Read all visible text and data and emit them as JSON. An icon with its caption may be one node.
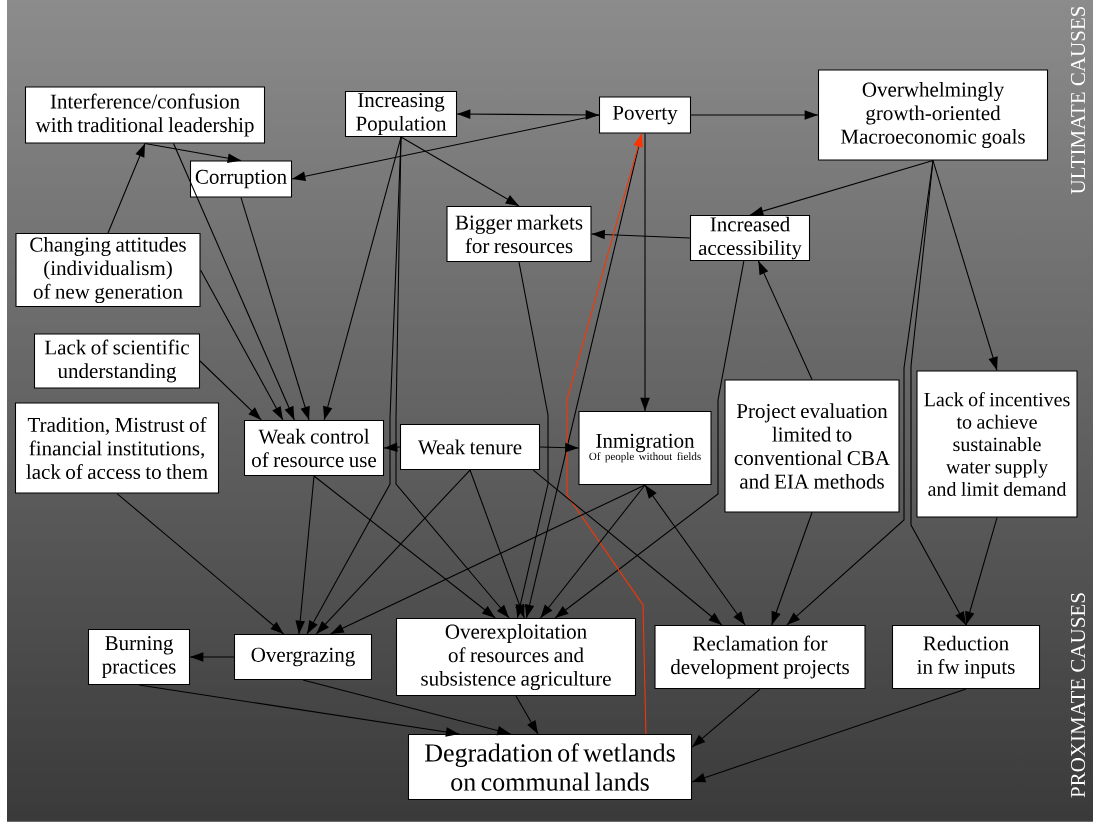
{
  "diagram": {
    "nodes": [
      {
        "text": [
          "Interference/confusion with traditional leadership"
        ]
      },
      {
        "text": [
          "Increasing Population"
        ]
      },
      {
        "text": [
          "Poverty"
        ]
      },
      {
        "text": [
          "Overwhelmingly growth-oriented Macroeconomic goals"
        ]
      },
      {
        "text": [
          "Corruption"
        ]
      },
      {
        "text": [
          "Bigger markets for resources"
        ]
      },
      {
        "text": [
          "Increased accessibility"
        ]
      },
      {
        "text": [
          "Changing attitudes (individualism) of new generation"
        ]
      },
      {
        "text": [
          "Lack of scientific understanding"
        ]
      },
      {
        "text": [
          "Tradition, Mistrust of financial institutions, lack of access to them"
        ]
      },
      {
        "text": [
          "Weak control of resource use"
        ]
      },
      {
        "text": [
          "Weak tenure"
        ]
      },
      {
        "text": [
          "Inmigration",
          "Of people without fields"
        ]
      },
      {
        "text": [
          "Project evaluation limited to conventional CBA and EIA methods"
        ]
      },
      {
        "text": [
          "Lack of incentives to achieve sustainable water supply and limit demand"
        ]
      },
      {
        "text": [
          "Burning practices"
        ]
      },
      {
        "text": [
          "Overgrazing"
        ]
      },
      {
        "text": [
          "Overexploitation of resources and subsistence agriculture"
        ]
      },
      {
        "text": [
          "Reclamation for development projects"
        ]
      },
      {
        "text": [
          "Reduction in fw inputs"
        ]
      },
      {
        "text": [
          "Degradation of wetlands on communal lands"
        ]
      }
    ],
    "edges": [
      {
        "from": 1,
        "to": 2,
        "arrow": "both"
      },
      {
        "from": 2,
        "to": 4,
        "arrow": "to"
      },
      {
        "from": 2,
        "to": 3,
        "arrow": "to"
      },
      {
        "from": 0,
        "to": 4,
        "arrow": "to"
      },
      {
        "from": 7,
        "to": 0,
        "arrow": "to"
      },
      {
        "from": 1,
        "to": 5,
        "arrow": "to"
      },
      {
        "from": 3,
        "to": 6,
        "arrow": "to"
      },
      {
        "from": 6,
        "to": 5,
        "arrow": "to"
      },
      {
        "from": 3,
        "to": 14,
        "arrow": "to"
      },
      {
        "from": 3,
        "to": 18,
        "arrow": "to"
      },
      {
        "from": 3,
        "to": 19,
        "arrow": "to"
      },
      {
        "from": 13,
        "to": 6,
        "arrow": "to"
      },
      {
        "from": 6,
        "to": 17,
        "arrow": "to"
      },
      {
        "from": 2,
        "to": 12,
        "arrow": "to"
      },
      {
        "from": 2,
        "to": 17,
        "arrow": "to"
      },
      {
        "from": 20,
        "to": 2,
        "arrow": "to",
        "color": "#ff3300"
      },
      {
        "from": 1,
        "to": 10,
        "arrow": "to"
      },
      {
        "from": 1,
        "to": 16,
        "arrow": "to"
      },
      {
        "from": 1,
        "to": 17,
        "arrow": "to"
      },
      {
        "from": 5,
        "to": 17,
        "arrow": "to"
      },
      {
        "from": 0,
        "to": 10,
        "arrow": "to"
      },
      {
        "from": 7,
        "to": 10,
        "arrow": "to"
      },
      {
        "from": 4,
        "to": 10,
        "arrow": "to"
      },
      {
        "from": 8,
        "to": 10,
        "arrow": "to"
      },
      {
        "from": 11,
        "to": 10,
        "arrow": "to"
      },
      {
        "from": 11,
        "to": 12,
        "arrow": "to"
      },
      {
        "from": 11,
        "to": 16,
        "arrow": "to"
      },
      {
        "from": 11,
        "to": 17,
        "arrow": "to"
      },
      {
        "from": 11,
        "to": 18,
        "arrow": "to"
      },
      {
        "from": 10,
        "to": 16,
        "arrow": "to"
      },
      {
        "from": 10,
        "to": 17,
        "arrow": "to"
      },
      {
        "from": 9,
        "to": 16,
        "arrow": "to"
      },
      {
        "from": 12,
        "to": 16,
        "arrow": "to"
      },
      {
        "from": 12,
        "to": 17,
        "arrow": "to"
      },
      {
        "from": 12,
        "to": 18,
        "arrow": "both"
      },
      {
        "from": 13,
        "to": 18,
        "arrow": "to"
      },
      {
        "from": 14,
        "to": 19,
        "arrow": "to"
      },
      {
        "from": 16,
        "to": 15,
        "arrow": "to"
      },
      {
        "from": 15,
        "to": 20,
        "arrow": "to"
      },
      {
        "from": 16,
        "to": 20,
        "arrow": "to"
      },
      {
        "from": 17,
        "to": 20,
        "arrow": "to"
      },
      {
        "from": 18,
        "to": 20,
        "arrow": "to"
      },
      {
        "from": 19,
        "to": 20,
        "arrow": "to"
      }
    ],
    "labels": [
      "ULTIMATE CAUSES",
      "PROXIMATE CAUSES"
    ]
  }
}
